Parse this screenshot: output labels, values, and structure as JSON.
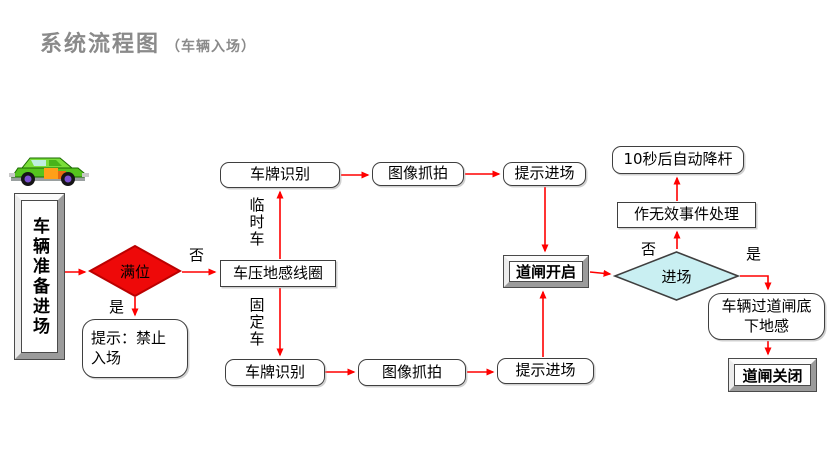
{
  "title": {
    "main": "系统流程图",
    "sub": "（车辆入场）"
  },
  "colors": {
    "title_gray": "#8a8a8a",
    "arrow_red": "#ff0000",
    "full_diamond_fill": "#ee0909",
    "full_diamond_stroke": "#bb0000",
    "enter_diamond_fill": "#c9eff2",
    "enter_diamond_stroke": "#3f3f3f"
  },
  "icons": {
    "car": "car-icon"
  },
  "nodes": {
    "prepare": "车辆准备进场",
    "full": "满位",
    "deny_lines": [
      "提示：禁止",
      "入场"
    ],
    "coil": "车压地感线圈",
    "plate_top": "车牌识别",
    "capture_top": "图像抓拍",
    "prompt_top": "提示进场",
    "plate_bottom": "车牌识别",
    "capture_bottom": "图像抓拍",
    "prompt_bottom": "提示进场",
    "gate_open": "道闸开启",
    "enter": "进场",
    "invalid": "作无效事件处理",
    "auto_lower": "10秒后自动降杆",
    "pass_sensor_lines": [
      "车辆过道闸底",
      "下地感"
    ],
    "gate_close": "道闸关闭"
  },
  "labels": {
    "no_left": "否",
    "yes_left": "是",
    "temp_car": "临时车",
    "fixed_car": "固定车",
    "no_right": "否",
    "yes_right": "是"
  }
}
